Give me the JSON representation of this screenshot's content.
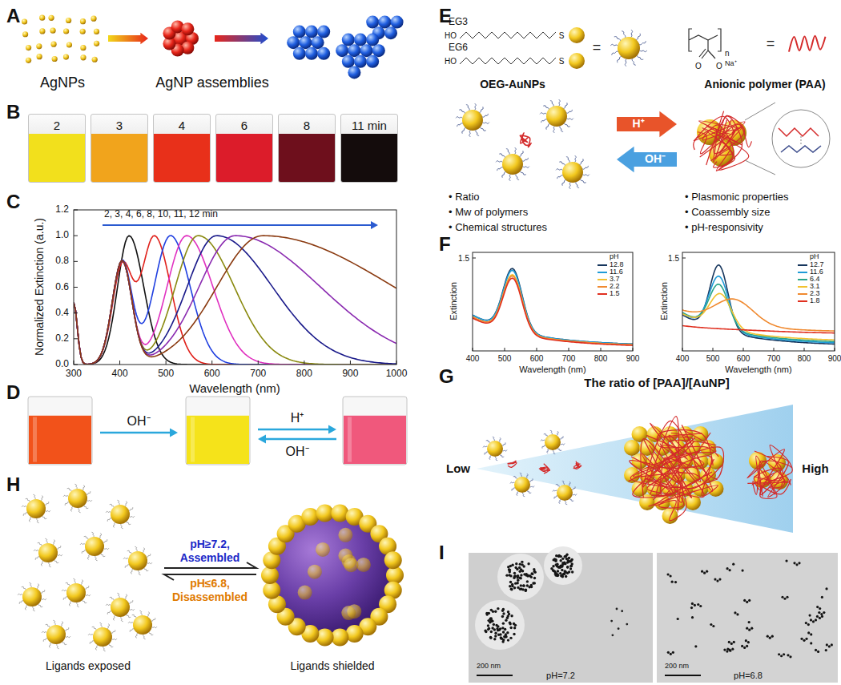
{
  "diagram": {
    "nodes": [
      {
        "text": [
          "2"
        ]
      },
      {
        "text": [
          "3"
        ]
      },
      {
        "text": [
          "4"
        ]
      },
      {
        "text": [
          "6"
        ]
      },
      {
        "text": [
          "8"
        ]
      },
      {
        "text": [
          "11 min"
        ]
      }
    ],
    "labels": [
      "A",
      "AgNPs",
      "AgNP assemblies",
      "B",
      "C",
      "0.0",
      "0.2",
      "0.4",
      "0.6",
      "0.8",
      "1.0",
      "1.2",
      "300",
      "400",
      "500",
      "600",
      "700",
      "800",
      "900",
      "1000",
      "Wavelength (nm)",
      "Normalized Extinction (a.u.)",
      "2, 3, 4, 6, 8, 10, 11, 12 min",
      "D",
      "OH⁻",
      "H⁺",
      "OH⁻",
      "E",
      "EG3",
      "EG6",
      "HO",
      "HO",
      "S",
      "S",
      "=",
      "OEG-AuNPs",
      "n",
      "O",
      "O",
      "Na⁺",
      "=",
      "Anionic polymer (PAA)",
      "H⁺",
      "OH⁻",
      "• Ratio",
      "• Mw of polymers",
      "• Chemical structures",
      "• Plasmonic properties",
      "• Coassembly size",
      "• pH-responsivity",
      "F",
      "1.5",
      "400",
      "500",
      "600",
      "700",
      "800",
      "900",
      "Wavelength (nm)",
      "Extinction",
      "pH",
      "1.5",
      "400",
      "500",
      "600",
      "700",
      "800",
      "900",
      "Wavelength (nm)",
      "Extinction",
      "pH",
      "G",
      "The ratio of [PAA]/[AuNP]",
      "Low",
      "High",
      "H",
      "pH≥7.2,",
      "Assembled",
      "pH≤6.8,",
      "Disassembled",
      "Ligands exposed",
      "Ligands shielded",
      "I",
      "200 nm",
      "pH=7.2",
      "200 nm",
      "pH=6.8"
    ],
    "legend": [
      {
        "text": "12.8"
      },
      {
        "text": "11.6"
      },
      {
        "text": "3.7"
      },
      {
        "text": "2.2"
      },
      {
        "text": "1.5"
      },
      {
        "text": "12.7"
      },
      {
        "text": "11.6"
      },
      {
        "text": "6.4"
      },
      {
        "text": "3.1"
      },
      {
        "text": "2.3"
      },
      {
        "text": "1.8"
      }
    ]
  }
}
